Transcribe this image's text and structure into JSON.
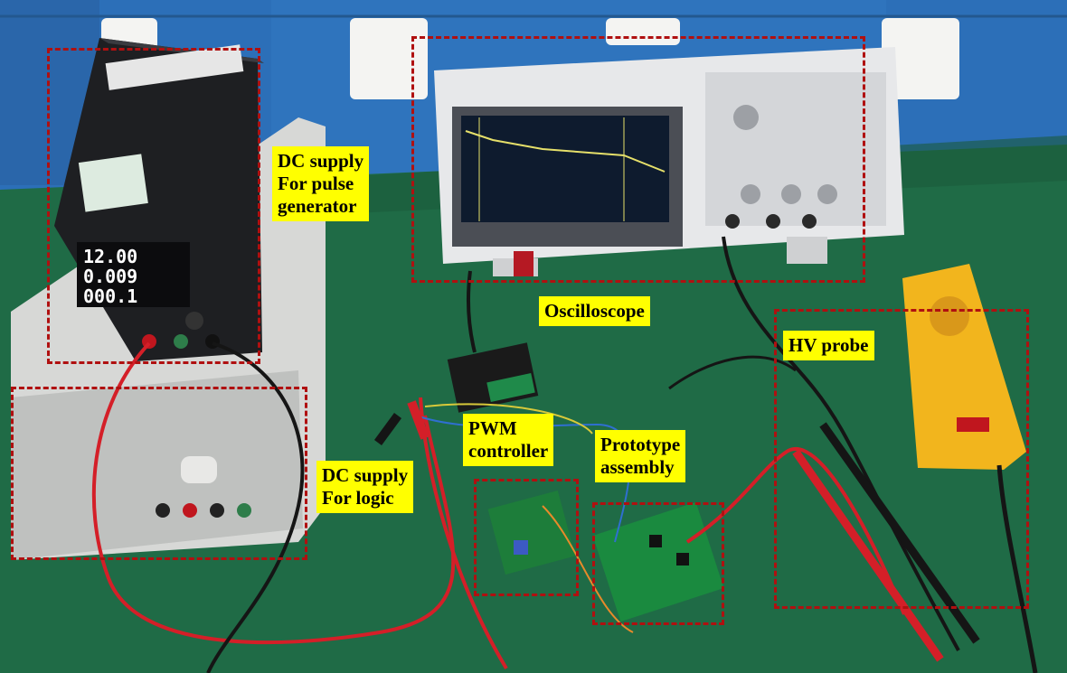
{
  "palette": {
    "label_background": "#ffff00",
    "annotation_box_color": "#b01010",
    "bench_top": "#1f6b46",
    "wall_panel": "#2c6fb8"
  },
  "psu_display": {
    "voltage": "12.00",
    "current": "0.009",
    "power": "000.1"
  },
  "labels": {
    "dc_supply_pulse": {
      "line1": "DC supply",
      "line2": "For pulse",
      "line3": "generator"
    },
    "oscilloscope": "Oscilloscope",
    "hv_probe": "HV probe",
    "pwm_controller": {
      "line1": "PWM",
      "line2": "controller"
    },
    "prototype_assembly": {
      "line1": "Prototype",
      "line2": "assembly"
    },
    "dc_supply_logic": {
      "line1": "DC supply",
      "line2": "For logic"
    }
  }
}
